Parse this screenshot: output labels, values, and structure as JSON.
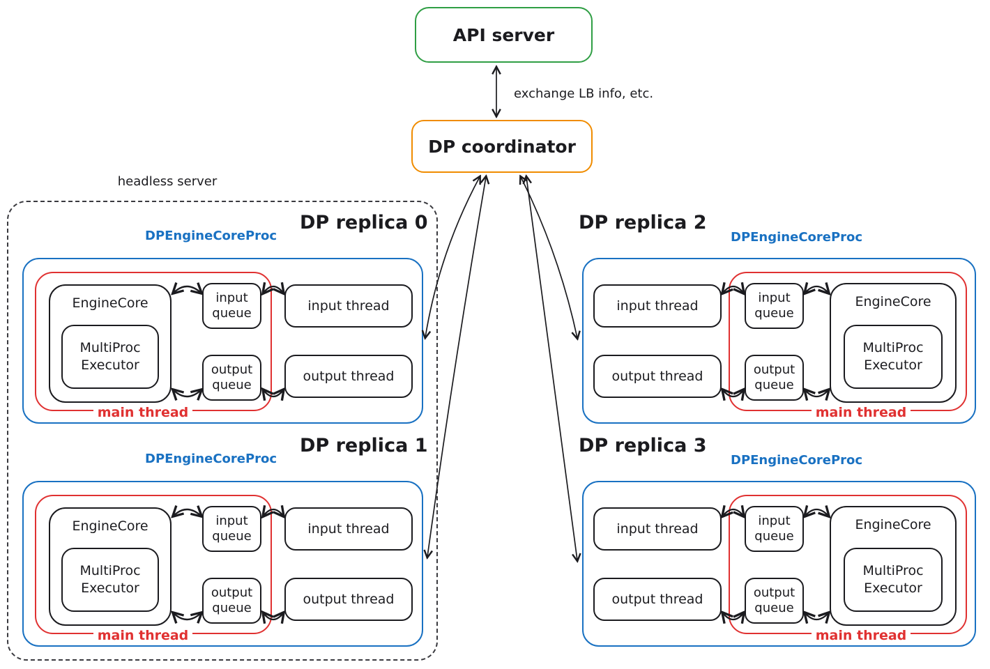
{
  "palette": {
    "green": "#2f9e44",
    "orange": "#f08c00",
    "blue": "#1971c2",
    "red": "#e03131",
    "ink": "#1b1b1f"
  },
  "top": {
    "api_server_label": "API server",
    "coordinator_label": "DP coordinator",
    "exchange_note": "exchange LB info, etc."
  },
  "headless_server": {
    "label": "headless server"
  },
  "replicas": [
    {
      "title": "DP replica 0",
      "proc_label": "DPEngineCoreProc",
      "engine_core_label": "EngineCore",
      "executor_label": "MultiProc Executor",
      "input_queue_label": "input queue",
      "output_queue_label": "output queue",
      "input_thread_label": "input thread",
      "output_thread_label": "output thread",
      "main_thread_label": "main thread"
    },
    {
      "title": "DP replica 1",
      "proc_label": "DPEngineCoreProc",
      "engine_core_label": "EngineCore",
      "executor_label": "MultiProc Executor",
      "input_queue_label": "input queue",
      "output_queue_label": "output queue",
      "input_thread_label": "input thread",
      "output_thread_label": "output thread",
      "main_thread_label": "main thread"
    },
    {
      "title": "DP replica 2",
      "proc_label": "DPEngineCoreProc",
      "engine_core_label": "EngineCore",
      "executor_label": "MultiProc Executor",
      "input_queue_label": "input queue",
      "output_queue_label": "output queue",
      "input_thread_label": "input thread",
      "output_thread_label": "output thread",
      "main_thread_label": "main thread"
    },
    {
      "title": "DP replica 3",
      "proc_label": "DPEngineCoreProc",
      "engine_core_label": "EngineCore",
      "executor_label": "MultiProc Executor",
      "input_queue_label": "input queue",
      "output_queue_label": "output queue",
      "input_thread_label": "input thread",
      "output_thread_label": "output thread",
      "main_thread_label": "main thread"
    }
  ]
}
